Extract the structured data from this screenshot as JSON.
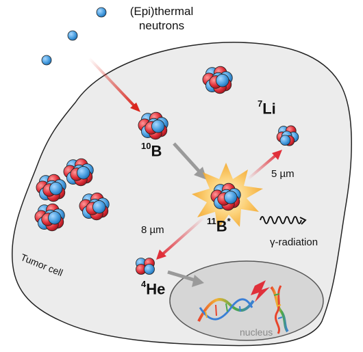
{
  "labels": {
    "title_line1": "(Epi)thermal",
    "title_line2": "neutrons",
    "boron10": {
      "mass": "10",
      "symbol": "B"
    },
    "lithium7": {
      "mass": "7",
      "symbol": "Li"
    },
    "helium4": {
      "mass": "4",
      "symbol": "He"
    },
    "boron11": {
      "mass": "11",
      "symbol": "B",
      "excited": "*"
    },
    "li_range": "5 µm",
    "he_range": "8 µm",
    "gamma": "γ-radiation",
    "tumor_cell": "Tumor cell",
    "nucleus": "nucleus"
  },
  "colors": {
    "proton": "#e0303a",
    "neutron": "#4a9fe0",
    "cell_fill": "#ececec",
    "nucleus_fill": "#d6d6d6",
    "neutron_arrow": "#d9251c",
    "gray_arrow": "#9a9a9a",
    "flash": "#f5a623"
  }
}
